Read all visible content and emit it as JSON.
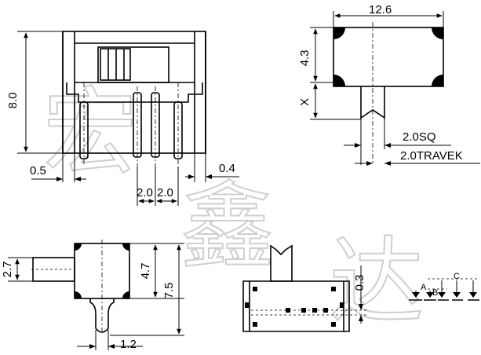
{
  "watermark": {
    "chars": [
      "宏",
      "鑫",
      "达"
    ]
  },
  "front_view": {
    "height": "8.0",
    "pin_left": "0.5",
    "pin_right": "0.4",
    "pitch_a": "2.0",
    "pitch_b": "2.0"
  },
  "top_view": {
    "width": "12.6",
    "height": "4.3",
    "travel_label": "X",
    "actuator_sq": "2.0SQ",
    "travel": "2.0TRAVEK"
  },
  "side_view": {
    "knob": "2.7",
    "body": "4.7",
    "total": "7.5",
    "pin_width": "1.2"
  },
  "bottom_view": {
    "offset": "0.3"
  },
  "pad_layout": {
    "a": "A",
    "b": "B",
    "c": "C"
  }
}
